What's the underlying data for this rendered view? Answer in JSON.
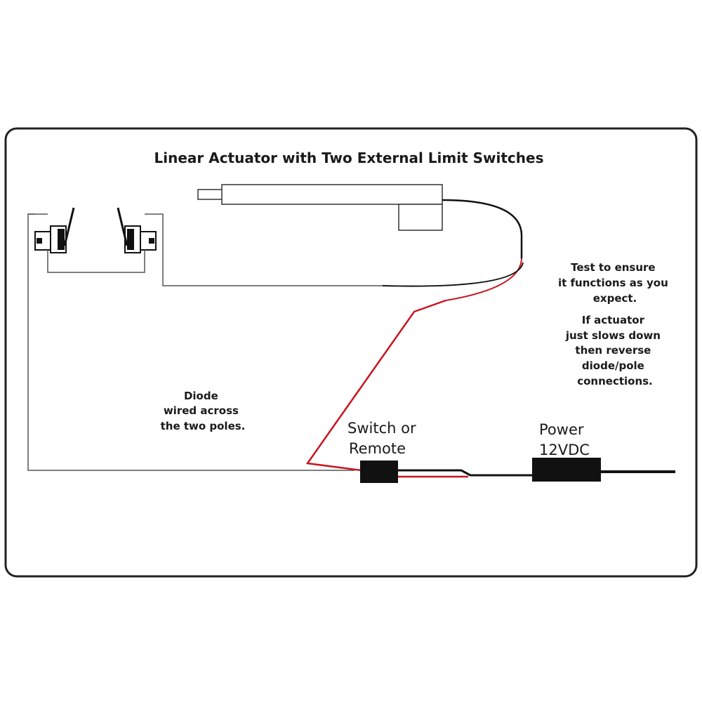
{
  "title": "Linear Actuator with Two External Limit Switches",
  "notes": {
    "diode": [
      "Diode",
      "wired across",
      "the two poles."
    ],
    "test": [
      "Test to ensure",
      "it functions as you",
      "expect."
    ],
    "reverse": [
      "If actuator",
      "just slows down",
      "then reverse",
      "diode/pole",
      "connections."
    ]
  },
  "switch_label": [
    "Switch or",
    "Remote"
  ],
  "power_label": [
    "Power",
    "12VDC"
  ],
  "colors": {
    "wire_red": "#c8141e",
    "wire_black": "#111111",
    "wire_gray": "#555555",
    "frame": "#222222"
  }
}
